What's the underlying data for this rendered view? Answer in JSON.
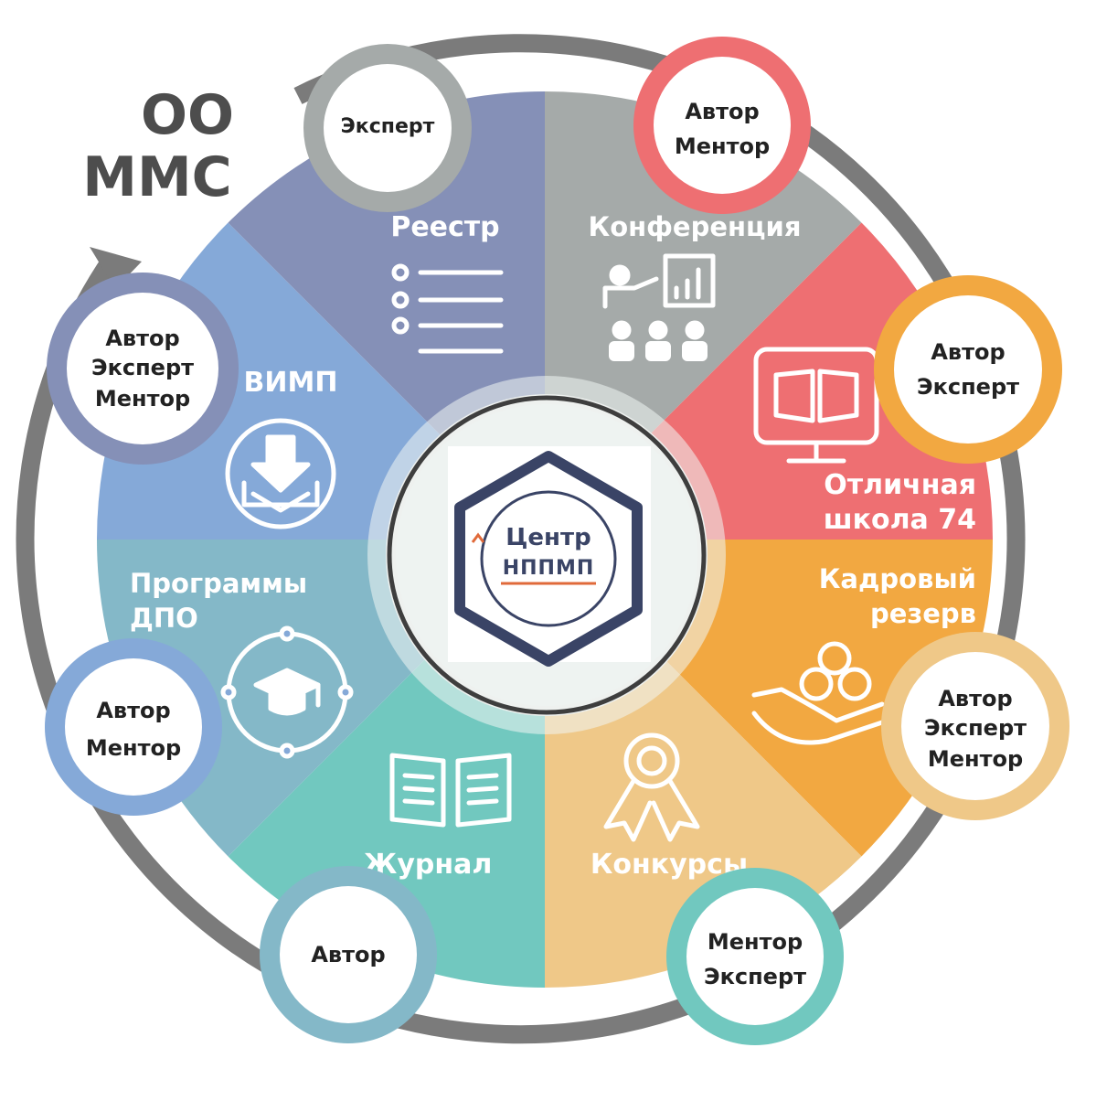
{
  "corner_title": [
    "ОО",
    "ММС"
  ],
  "center": {
    "line1": "Центр",
    "line2": "НППМП"
  },
  "segments": [
    {
      "id": "reestr",
      "label_lines": [
        "Реестр"
      ],
      "icon": "list-icon",
      "color": "#a5aaa9",
      "role_lines": [
        "Эксперт"
      ]
    },
    {
      "id": "konferenciya",
      "label_lines": [
        "Конференция"
      ],
      "icon": "presentation-icon",
      "color": "#ee6f72",
      "role_lines": [
        "Автор",
        "Ментор"
      ]
    },
    {
      "id": "otlichnaya-shkola",
      "label_lines": [
        "Отличная",
        "школа 74"
      ],
      "icon": "book-monitor-icon",
      "color": "#f2a841",
      "role_lines": [
        "Автор",
        "Эксперт"
      ]
    },
    {
      "id": "kadrovyj-rezerv",
      "label_lines": [
        "Кадровый",
        "резерв"
      ],
      "icon": "hand-coins-icon",
      "color": "#efc888",
      "role_lines": [
        "Автор",
        "Эксперт",
        "Ментор"
      ]
    },
    {
      "id": "konkursy",
      "label_lines": [
        "Конкурсы"
      ],
      "icon": "award-ribbon-icon",
      "color": "#71c8bf",
      "role_lines": [
        "Ментор",
        "Эксперт"
      ]
    },
    {
      "id": "zhurnal",
      "label_lines": [
        "Журнал"
      ],
      "icon": "open-book-icon",
      "color": "#84b8c8",
      "role_lines": [
        "Автор"
      ]
    },
    {
      "id": "programmy-dpo",
      "label_lines": [
        "Программы",
        "ДПО"
      ],
      "icon": "graduation-cap-icon",
      "color": "#85a9d8",
      "role_lines": [
        "Автор",
        "Ментор"
      ]
    },
    {
      "id": "vimp",
      "label_lines": [
        "ВИМП"
      ],
      "icon": "download-tray-icon",
      "color": "#8590b7",
      "role_lines": [
        "Автор",
        "Эксперт",
        "Ментор"
      ]
    }
  ],
  "colors": {
    "outer_arc": "#7b7b7b",
    "hex_border": "#3a4466",
    "center_underline": "#e06a3a",
    "center_text": "#3a4466",
    "title_text": "#4d4d4d"
  }
}
